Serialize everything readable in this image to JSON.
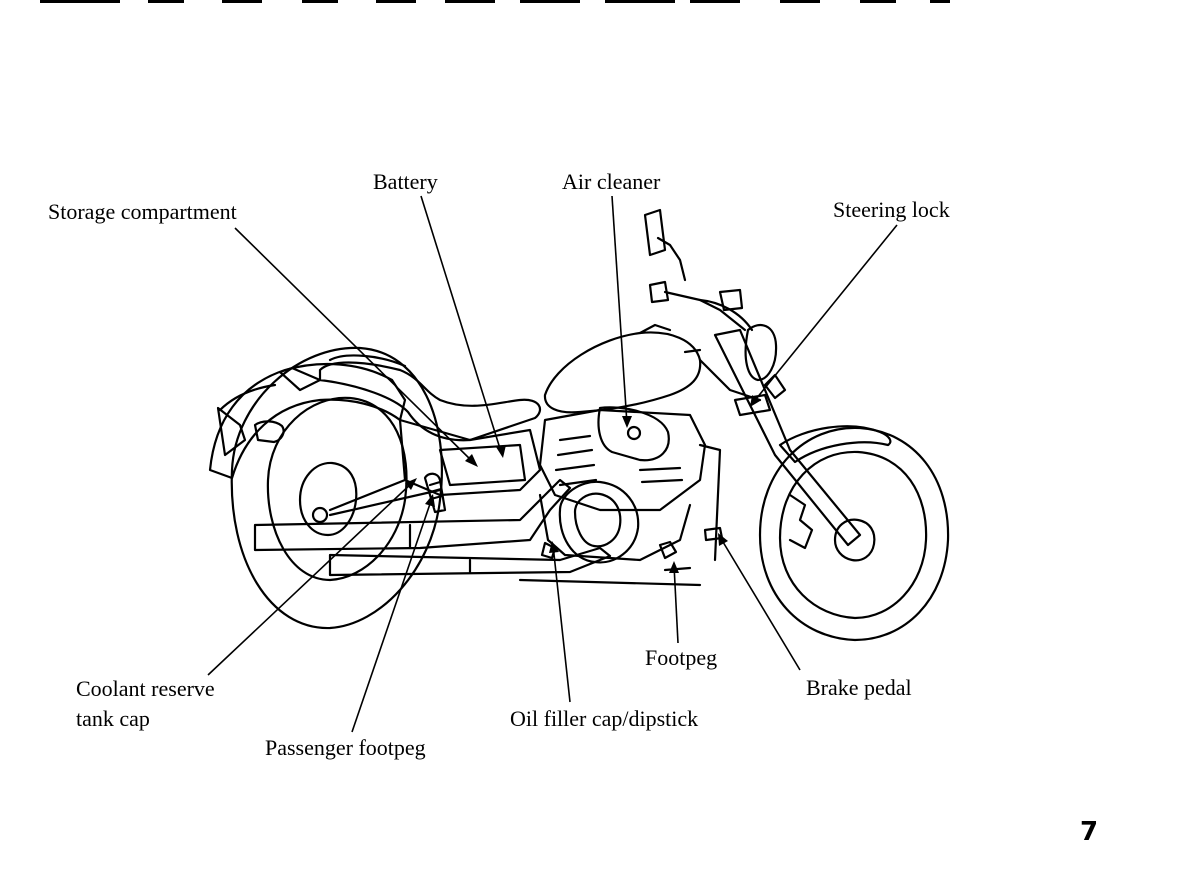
{
  "labels": {
    "battery": "Battery",
    "air_cleaner": "Air cleaner",
    "storage_compartment": "Storage compartment",
    "steering_lock": "Steering lock",
    "footpeg": "Footpeg",
    "brake_pedal": "Brake pedal",
    "coolant_line1": "Coolant reserve",
    "coolant_line2": "tank  cap",
    "oil_filler": "Oil filler cap/dipstick",
    "passenger_footpeg": "Passenger footpeg"
  },
  "page_number": "7"
}
